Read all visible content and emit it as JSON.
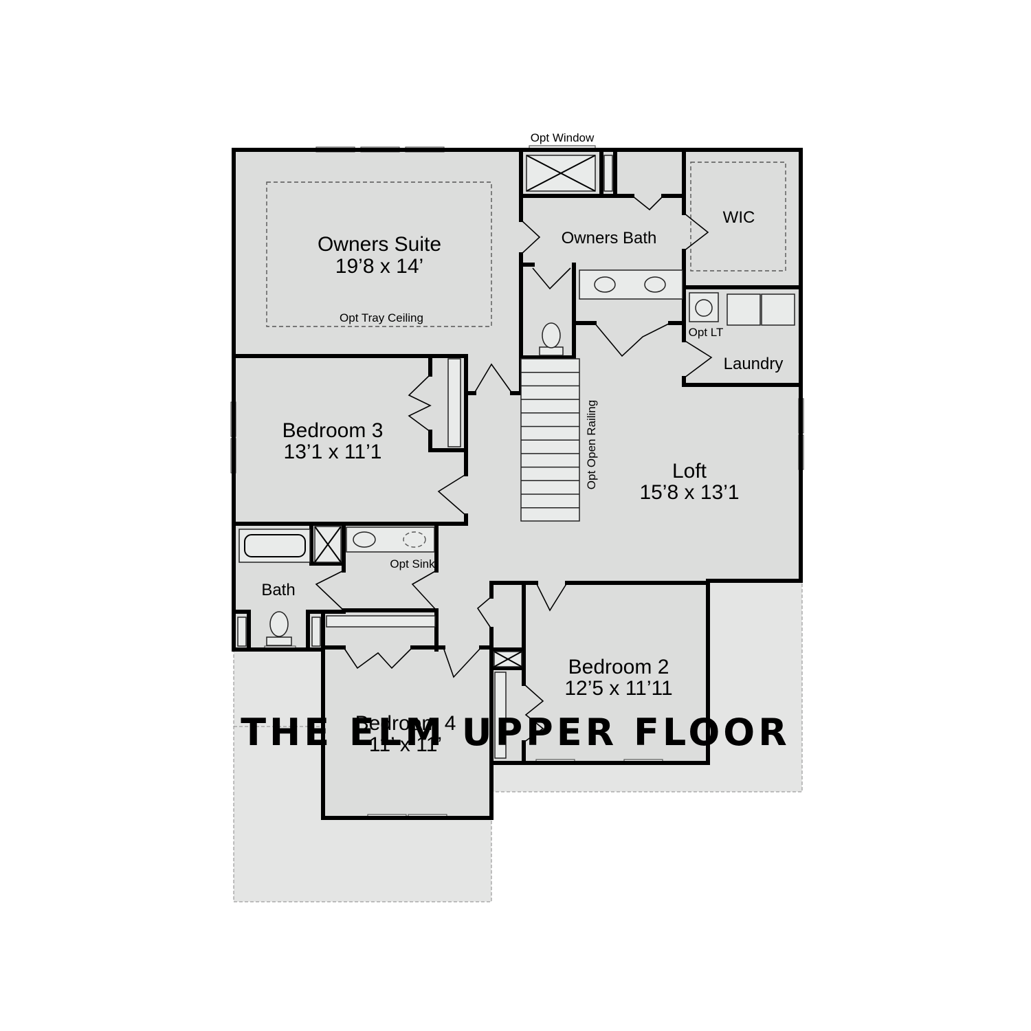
{
  "title": "THE ELM UPPER FLOOR",
  "rooms": {
    "owners_suite": {
      "name": "Owners Suite",
      "dims": "19’8 x 14’"
    },
    "owners_bath": {
      "name": "Owners Bath"
    },
    "wic": {
      "name": "WIC"
    },
    "laundry": {
      "name": "Laundry"
    },
    "bedroom3": {
      "name": "Bedroom 3",
      "dims": "13’1 x 11’1"
    },
    "loft": {
      "name": "Loft",
      "dims": "15’8 x 13’1"
    },
    "bath": {
      "name": "Bath"
    },
    "bedroom2": {
      "name": "Bedroom 2",
      "dims": "12’5 x 11’11"
    },
    "bedroom4": {
      "name": "Bedroom 4",
      "dims": "11’ x 11’"
    }
  },
  "notes": {
    "opt_window": "Opt Window",
    "opt_tray_ceiling": "Opt Tray Ceiling",
    "opt_lt": "Opt LT",
    "opt_open_railing": "Opt Open Railing",
    "opt_sink": "Opt Sink"
  },
  "colors": {
    "floor_fill": "#dcdddc",
    "exterior_fill": "#e4e5e4",
    "wall": "#000000"
  }
}
